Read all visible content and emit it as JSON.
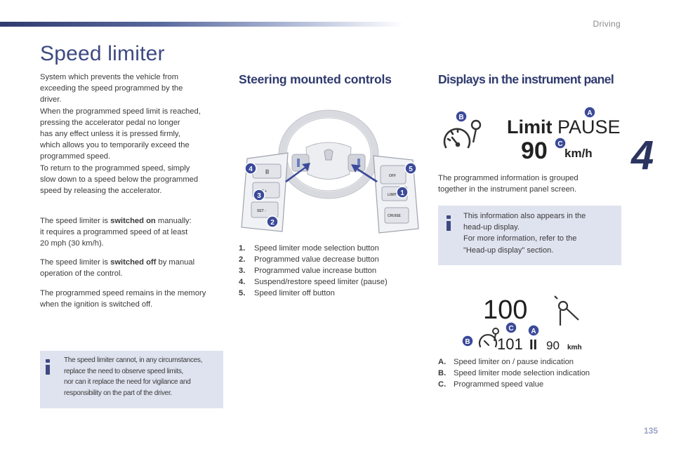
{
  "header": {
    "section": "Driving",
    "chapter": "4",
    "page_number": "135"
  },
  "title": "Speed limiter",
  "left": {
    "intro": [
      "System which prevents the vehicle from",
      "exceeding the speed programmed by the",
      "driver.",
      "When the programmed speed limit is reached,",
      "pressing the accelerator pedal no longer",
      "has any effect unless it is pressed firmly,",
      "which allows you to temporarily exceed the",
      "programmed speed.",
      "To return to the programmed speed, simply",
      "slow down to a speed below the programmed",
      "speed by releasing the accelerator."
    ],
    "on_pre": "The speed limiter is ",
    "on_bold": "switched on",
    "on_post": " manually:",
    "on_line2": "it requires a programmed speed of at least",
    "on_line3": "20 mph (30 km/h).",
    "off_pre": "The speed limiter is ",
    "off_bold": "switched off",
    "off_post": " by manual",
    "off_line2": "operation of the control.",
    "memory_line1": "The programmed speed remains in the memory",
    "memory_line2": "when the ignition is switched off.",
    "warning": [
      "The speed limiter cannot, in any circumstances,",
      "replace the need to observe speed limits,",
      "nor can it replace the need for vigilance and",
      "responsibility on the part of the driver."
    ]
  },
  "middle": {
    "heading": "Steering mounted controls",
    "labels": {
      "set_plus": "SET +",
      "set_minus": "SET -",
      "limit": "LIMIT",
      "cruise": "CRUISE",
      "off": "OFF",
      "pause": "II"
    },
    "items": [
      {
        "num": "1.",
        "text": "Speed limiter mode selection button"
      },
      {
        "num": "2.",
        "text": "Programmed value decrease button"
      },
      {
        "num": "3.",
        "text": "Programmed value increase button"
      },
      {
        "num": "4.",
        "text": "Suspend/restore speed limiter (pause)"
      },
      {
        "num": "5.",
        "text": "Speed limiter off button"
      }
    ],
    "callouts": [
      "1",
      "2",
      "3",
      "4",
      "5"
    ]
  },
  "right": {
    "heading": "Displays in the instrument panel",
    "display1": {
      "limit": "Limit",
      "pause": "PAUSE",
      "speed": "90",
      "unit": "km/h"
    },
    "grouped": [
      "The programmed information is grouped",
      "together in the instrument panel screen."
    ],
    "info": [
      "This information also appears in the",
      "head-up display.",
      "For more information, refer to the",
      "\"Head-up display\" section."
    ],
    "display2": {
      "speed_big": "100",
      "speed_small": "101",
      "pause": "II",
      "set_speed": "90",
      "unit": "kmh"
    },
    "callouts": [
      "A",
      "B",
      "C"
    ],
    "legend": [
      {
        "letter": "A.",
        "text": "Speed limiter on / pause indication"
      },
      {
        "letter": "B.",
        "text": "Speed limiter mode selection indication"
      },
      {
        "letter": "C.",
        "text": "Programmed speed value"
      }
    ]
  },
  "colors": {
    "accent": "#3d4a82",
    "callout": "#3b4a9a",
    "info_bg": "#dfe3ef"
  }
}
